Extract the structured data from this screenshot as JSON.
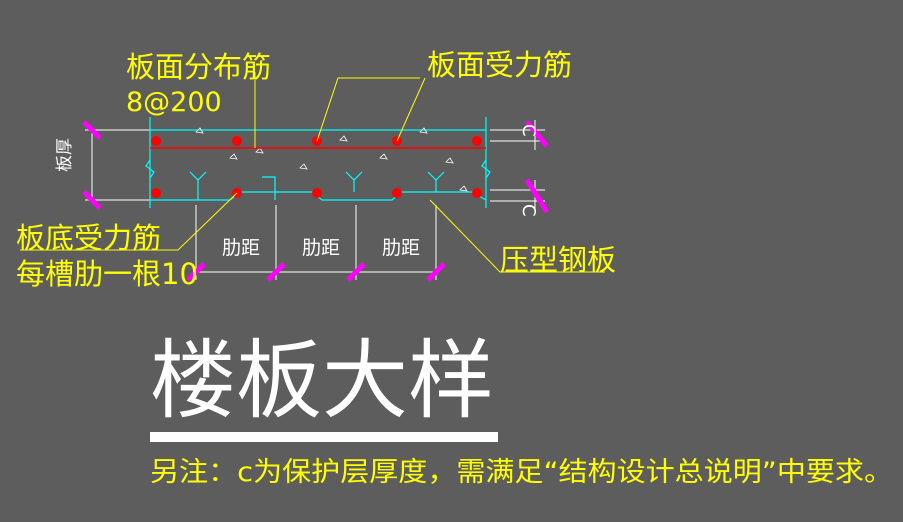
{
  "labels": {
    "top_distribution_bar": "板面分布筋",
    "top_distribution_spec": "8@200",
    "top_main_bar": "板面受力筋",
    "bottom_main_bar": "板底受力筋",
    "bottom_main_spec": "每槽肋一根10",
    "steel_deck": "压型钢板",
    "slab_thickness": "板厚",
    "cover_top": "C",
    "cover_bottom": "C",
    "rib_spacing": [
      "肋距",
      "肋距",
      "肋距"
    ]
  },
  "title": "楼板大样",
  "note": "另注：c为保护层厚度，需满足“结构设计总说明”中要求。",
  "colors": {
    "background": "#5d5d5d",
    "leader_text": "#ffff00",
    "deck_outline": "#00ffff",
    "rebar": "#ff0000",
    "dimension_tick": "#ff00ff",
    "dimension_line": "#ffffff"
  }
}
